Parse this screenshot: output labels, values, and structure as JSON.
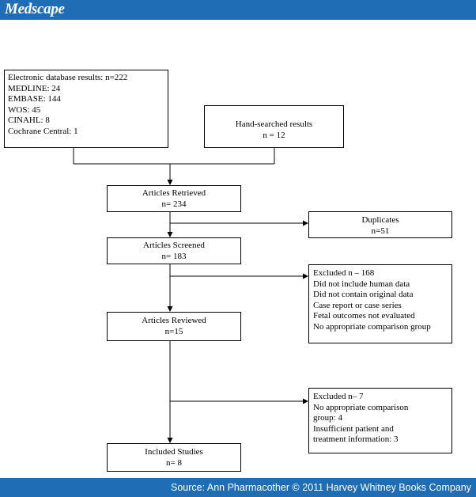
{
  "header": {
    "logo": "Medscape"
  },
  "footer": {
    "source": "Source: Ann Pharmacother © 2011 Harvey Whitney Books Company"
  },
  "flowchart": {
    "electronic": {
      "lines": [
        "Electronic database results: n=222",
        "MEDLINE: 24",
        "EMBASE: 144",
        "WOS: 45",
        "CINAHL: 8",
        "Cochrane Central: 1"
      ]
    },
    "hand_searched": {
      "lines": [
        "Hand-searched results",
        "n = 12"
      ]
    },
    "retrieved": {
      "lines": [
        "Articles Retrieved",
        "n= 234"
      ]
    },
    "duplicates": {
      "lines": [
        "Duplicates",
        "n=51"
      ]
    },
    "screened": {
      "lines": [
        "Articles Screened",
        "n= 183"
      ]
    },
    "excluded_1": {
      "lines": [
        "Excluded n – 168",
        "Did not include human data",
        "Did not contain original data",
        "Case report or case series",
        "Fetal outcomes not evaluated",
        "No appropriate comparison group"
      ]
    },
    "reviewed": {
      "lines": [
        "Articles Reviewed",
        "n=15"
      ]
    },
    "excluded_2": {
      "lines": [
        "Excluded n– 7",
        "No appropriate comparison",
        "group: 4",
        "Insufficient patient and",
        "treatment information: 3"
      ]
    },
    "included": {
      "lines": [
        "Included Studies",
        "n= 8"
      ]
    }
  }
}
